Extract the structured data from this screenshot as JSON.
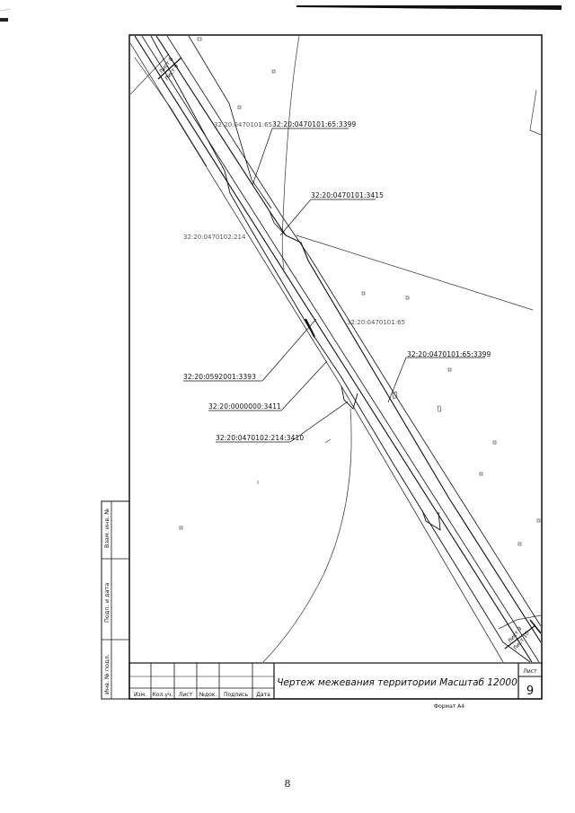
{
  "drawing": {
    "title": "Чертеж межевания территории Масштаб 12000",
    "sheet_label": "Лист",
    "sheet_number": "9",
    "format_label": "Формат А4",
    "page_number": "8",
    "title_block_headers": [
      "Изм.",
      "Кол.уч.",
      "Лист",
      "№док.",
      "Подпись",
      "Дата"
    ],
    "side_stamp_labels": [
      "Взам. инв. №",
      "Подп. и дата",
      "Инв. № подл."
    ],
    "match_line_top": [
      "Лист 8",
      "Лист 9"
    ],
    "match_line_bottom": [
      "Лист 9",
      "Лист 10"
    ]
  },
  "parcels": {
    "p_3399_a": "32:20:0470101:65:3399",
    "p_partial_top": "32:20:0470101:65",
    "p_3415": "32:20:0470101:3415",
    "p_214": "32:20:0470102:214",
    "p_65": "32:20:0470101:65",
    "p_3399_b": "32:20:0470101:65:3399",
    "p_3393": "32:20:0592001:3393",
    "p_3411": "32:20:0000000:3411",
    "p_3410": "32:20:0470102:214:3410"
  }
}
